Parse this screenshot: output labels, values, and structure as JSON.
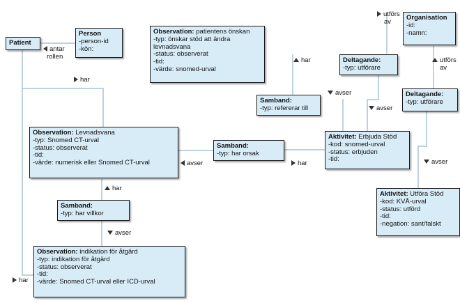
{
  "boxes": {
    "patient": {
      "title": "Patient"
    },
    "person": {
      "title": "Person",
      "lines": [
        "-person-id",
        "-kön:"
      ]
    },
    "obs_onskan": {
      "title": "Observation:",
      "subtitle": "patientens önskan",
      "lines": [
        "-typ: önskar stöd att ändra",
        "levnadsvana",
        "-status: observerat",
        "-tid:",
        "-värde: snomed-urval"
      ]
    },
    "organisation": {
      "title": "Organisation",
      "lines": [
        "-id:",
        "-namn:"
      ]
    },
    "deltagande1": {
      "title": "Deltagande:",
      "lines": [
        "-typ: utförare"
      ]
    },
    "deltagande2": {
      "title": "Deltagande:",
      "lines": [
        "-typ: utförare"
      ]
    },
    "samband_ref": {
      "title": "Samband:",
      "lines": [
        "-typ: refererar till"
      ]
    },
    "obs_levnadsvana": {
      "title": "Observation:",
      "subtitle": "Levnadsvana",
      "lines": [
        "-typ: Snomed CT-urval",
        "-status: observerat",
        "-tid:",
        "-värde: numerisk eller Snomed CT-urval"
      ]
    },
    "samband_orsak": {
      "title": "Samband:",
      "lines": [
        "-typ: har orsak"
      ]
    },
    "aktivitet_erbjuda": {
      "title": "Aktivitet:",
      "subtitle": "Erbjuda Stöd",
      "lines": [
        "-kod: snomed-urval",
        "-status: erbjuden",
        "-tid:"
      ]
    },
    "aktivitet_utfora": {
      "title": "Aktivitet:",
      "subtitle": "Utföra Stöd",
      "lines": [
        "-kod: KVÅ-urval",
        "-status: utförd",
        "-tid:",
        "-negation: sant/falskt"
      ]
    },
    "samband_villkor": {
      "title": "Samband:",
      "lines": [
        "-typ: har villkor"
      ]
    },
    "obs_indikation": {
      "title": "Observation:",
      "subtitle": "indikation för åtgärd",
      "lines": [
        "-typ: indikation för åtgärd",
        "-status: observerat",
        "-tid:",
        "-värde: Snomed CT-urval eller ICD-urval"
      ]
    }
  },
  "labels": {
    "antar_rollen_1": "antar",
    "antar_rollen_2": "rollen",
    "har_patient": "har",
    "har_onskan": "har",
    "avser_ref": "avser",
    "utfors_av_top_1": "utförs",
    "utfors_av_top_2": "av",
    "utfors_av_right_1": "utförs",
    "utfors_av_right_2": "av",
    "avser_erbjuda": "avser",
    "avser_orsak": "avser",
    "har_orsak": "har",
    "avser_utfora": "avser",
    "har_villkor": "har",
    "avser_indikation": "avser",
    "har_indikation": "har"
  },
  "colors": {
    "box_fill": "#d8ecf8",
    "connector": "#a9c2d6",
    "border": "#1a1a1a",
    "squiggle": "#dd2222"
  }
}
